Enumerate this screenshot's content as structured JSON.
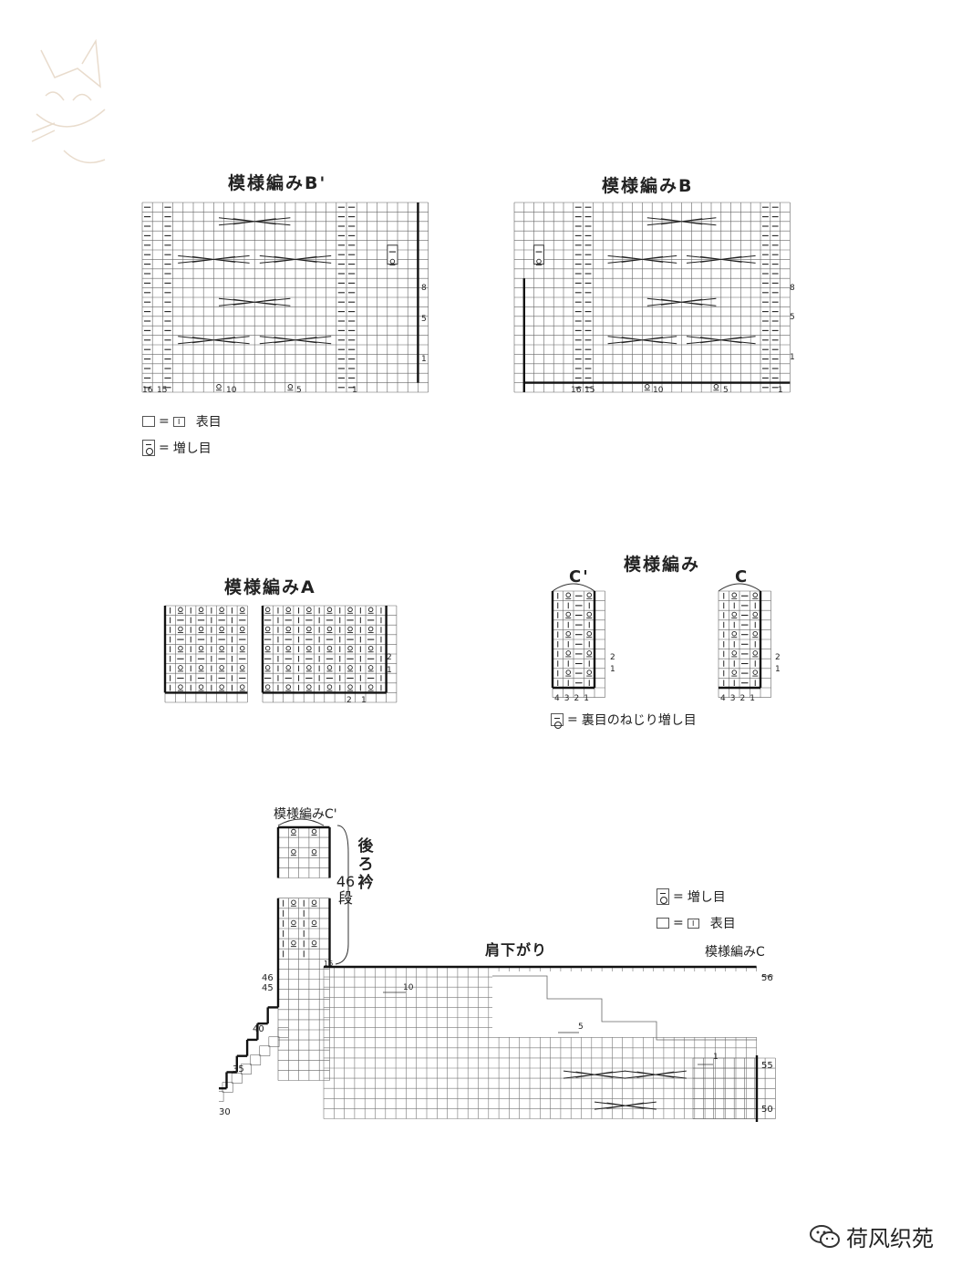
{
  "charts": {
    "b_prime": {
      "title": "模様編みB'",
      "col_numbers": [
        "16",
        "15",
        "10",
        "5",
        "1"
      ],
      "row_numbers": [
        "8",
        "5",
        "1"
      ]
    },
    "b": {
      "title": "模様編みB",
      "col_numbers": [
        "16",
        "15",
        "10",
        "5",
        "1"
      ],
      "row_numbers": [
        "8",
        "5",
        "1"
      ]
    },
    "a": {
      "title": "模様編みA",
      "col_numbers": [
        "2",
        "1"
      ],
      "row_numbers": [
        "2",
        "1"
      ]
    },
    "c_group": {
      "title": "模様編み",
      "c_prime_label": "C'",
      "c_label": "C",
      "col_numbers": [
        "4",
        "3",
        "2",
        "1"
      ],
      "row_numbers": [
        "2",
        "1"
      ]
    },
    "main": {
      "pattern_c_prime_label": "模様編みC'",
      "pattern_c_label": "模様編みC",
      "back_collar_label": "後ろ衿",
      "back_collar_rows": "46段",
      "shoulder_label": "肩下がり",
      "left_row_numbers": [
        "46",
        "45",
        "40",
        "35",
        "30"
      ],
      "right_row_numbers": [
        "56",
        "55",
        "50"
      ],
      "arrow_labels": [
        "10",
        "5",
        "1"
      ],
      "collar_marker": "16"
    }
  },
  "legends": {
    "knit": "表目",
    "knit_symbol": "I",
    "increase": "増し目",
    "purl_twist_increase": "裏目のねじり増し目",
    "equals": "="
  },
  "watermark": {
    "text": "荷风织苑"
  }
}
